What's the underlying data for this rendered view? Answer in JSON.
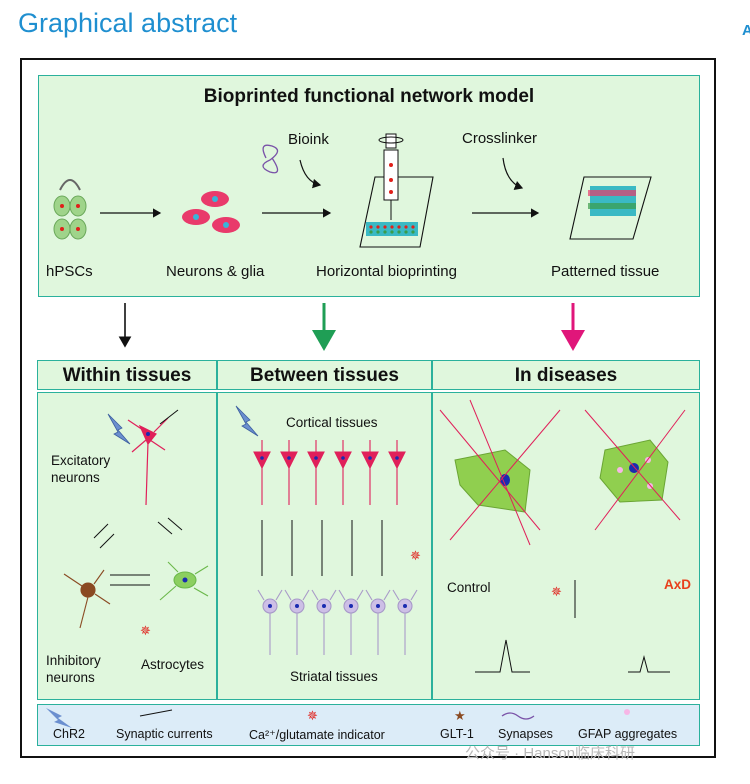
{
  "title": "Graphical abstract",
  "top_panel": {
    "heading": "Bioprinted functional network model",
    "labels": {
      "hpscs": "hPSCs",
      "neurons_glia": "Neurons & glia",
      "bioink": "Bioink",
      "crosslinker": "Crosslinker",
      "horizontal": "Horizontal bioprinting",
      "patterned": "Patterned tissue"
    }
  },
  "columns": {
    "within": "Within tissues",
    "between": "Between tissues",
    "diseases": "In diseases"
  },
  "within": {
    "excitatory": "Excitatory\nneurons",
    "inhibitory": "Inhibitory\nneurons",
    "astrocytes": "Astrocytes"
  },
  "between": {
    "cortical": "Cortical tissues",
    "striatal": "Striatal tissues"
  },
  "diseases": {
    "control": "Control",
    "axd": "AxD"
  },
  "legend": {
    "chr2": "ChR2",
    "synaptic": "Synaptic currents",
    "calcium": "Ca²⁺/glutamate indicator",
    "glt1": "GLT-1",
    "synapses": "Synapses",
    "gfap": "GFAP aggregates"
  },
  "watermark": "公众号 · Hanson临床科研",
  "colors": {
    "title_blue": "#1f8fd0",
    "panel_green": "#e0f7dd",
    "legend_blue": "#dcecf8",
    "arrow_green": "#1f9e55",
    "arrow_magenta": "#e0167a",
    "axd_red": "#e8401c"
  }
}
